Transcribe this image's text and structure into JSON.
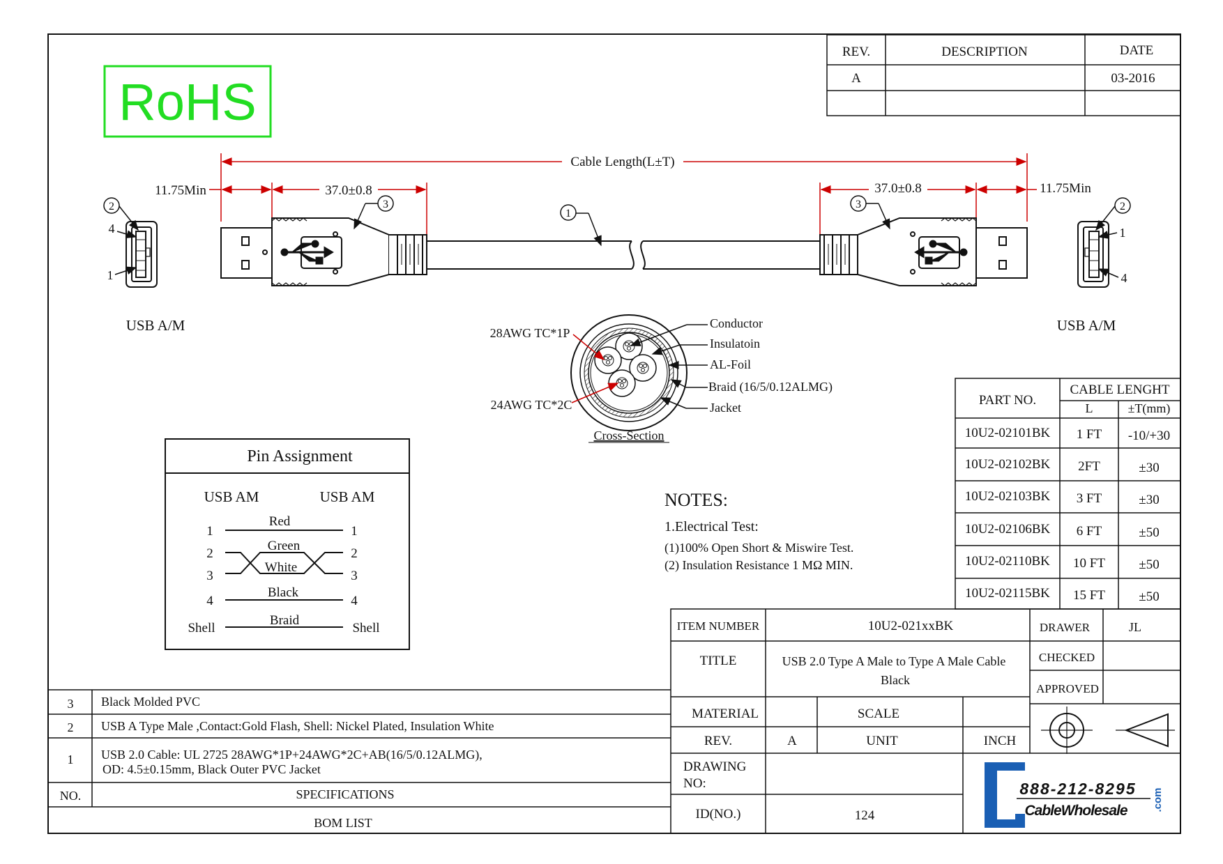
{
  "rohs": "RoHS",
  "revision_block": {
    "headers": [
      "REV.",
      "DESCRIPTION",
      "DATE"
    ],
    "rev": "A",
    "description": "",
    "date": "03-2016"
  },
  "dimensions": {
    "cable_length": "Cable Length(L±T)",
    "min_left": "11.75Min",
    "min_right": "11.75Min",
    "mold_left": "37.0±0.8",
    "mold_right": "37.0±0.8"
  },
  "callouts": {
    "c1": "1",
    "c2_left": "2",
    "c2_right": "2",
    "c3_left": "3",
    "c3_right": "3"
  },
  "connector_left": {
    "label": "USB A/M",
    "pin_top": "4",
    "pin_bottom": "1"
  },
  "connector_right": {
    "label": "USB A/M",
    "pin_top": "1",
    "pin_bottom": "4"
  },
  "cross_section": {
    "title": "Cross-Section",
    "left_labels": [
      "28AWG TC*1P",
      "24AWG TC*2C"
    ],
    "right_labels": [
      "Conductor",
      "Insulatoin",
      "AL-Foil",
      "Braid (16/5/0.12ALMG)",
      "Jacket"
    ]
  },
  "pin_assignment": {
    "title": "Pin Assignment",
    "col_left": "USB AM",
    "col_right": "USB AM",
    "rows": [
      {
        "left": "1",
        "wire": "Red",
        "right": "1"
      },
      {
        "left": "2",
        "wire": "Green",
        "right": "2"
      },
      {
        "left": "3",
        "wire": "White",
        "right": "3"
      },
      {
        "left": "4",
        "wire": "Black",
        "right": "4"
      },
      {
        "left": "Shell",
        "wire": "Braid",
        "right": "Shell"
      }
    ]
  },
  "notes": {
    "title": "NOTES:",
    "lines": [
      "1.Electrical Test:",
      "(1)100% Open Short & Miswire Test.",
      "(2) Insulation Resistance 1 MΩ  MIN."
    ]
  },
  "parts_table": {
    "header_part": "PART NO.",
    "header_length": "CABLE LENGHT",
    "header_l": "L",
    "header_t": "±T(mm)",
    "rows": [
      {
        "part": "10U2-02101BK",
        "l": "1 FT",
        "t": "-10/+30"
      },
      {
        "part": "10U2-02102BK",
        "l": "2FT",
        "t": "±30"
      },
      {
        "part": "10U2-02103BK",
        "l": "3 FT",
        "t": "±30"
      },
      {
        "part": "10U2-02106BK",
        "l": "6 FT",
        "t": "±50"
      },
      {
        "part": "10U2-02110BK",
        "l": "10 FT",
        "t": "±50"
      },
      {
        "part": "10U2-02115BK",
        "l": "15 FT",
        "t": "±50"
      }
    ]
  },
  "bom": {
    "rows": [
      {
        "no": "3",
        "spec": "Black Molded PVC",
        "spec2": ""
      },
      {
        "no": "2",
        "spec": "USB A Type Male ,Contact:Gold Flash, Shell: Nickel Plated, Insulation White",
        "spec2": ""
      },
      {
        "no": "1",
        "spec": "USB 2.0 Cable: UL 2725 28AWG*1P+24AWG*2C+AB(16/5/0.12ALMG),",
        "spec2": "OD: 4.5±0.15mm, Black Outer PVC Jacket"
      }
    ],
    "header_no": "NO.",
    "header_spec": "SPECIFICATIONS",
    "footer": "BOM LIST"
  },
  "title_block": {
    "item_number_label": "ITEM NUMBER",
    "item_number": "10U2-021xxBK",
    "drawer_label": "DRAWER",
    "drawer": "JL",
    "title_label": "TITLE",
    "title_line1": "USB 2.0 Type A Male to Type A Male Cable",
    "title_line2": "Black",
    "checked_label": "CHECKED",
    "approved_label": "APPROVED",
    "material_label": "MATERIAL",
    "scale_label": "SCALE",
    "rev_label": "REV.",
    "rev": "A",
    "unit_label": "UNIT",
    "unit": "INCH",
    "drawing_no_label1": "DRAWING",
    "drawing_no_label2": "NO:",
    "id_label": "ID(NO.)",
    "id": "124"
  },
  "logo": {
    "phone": "888-212-8295",
    "name": "CableWholesale",
    "suffix": ".com"
  },
  "colors": {
    "rohs_green": "#22dd22",
    "dimension_red": "#cc0000",
    "logo_blue": "#1a5fb4",
    "line": "#111111"
  }
}
